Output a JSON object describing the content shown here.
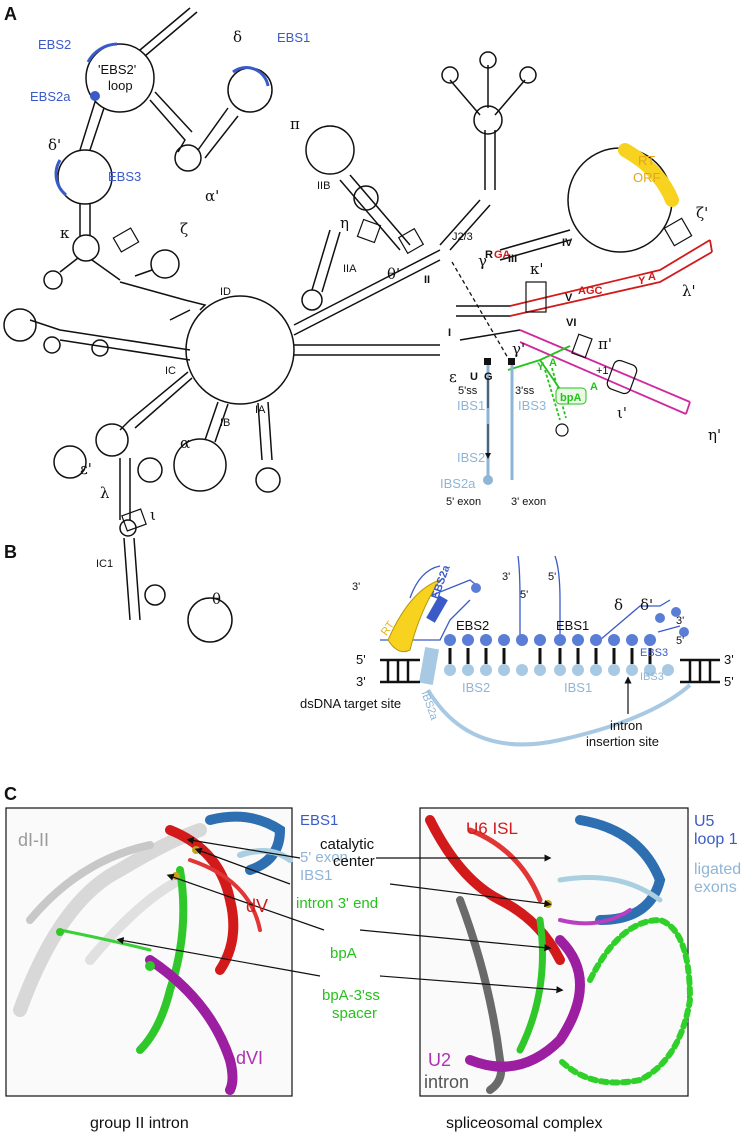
{
  "panels": {
    "a": "A",
    "b": "B",
    "c": "C"
  },
  "panelA": {
    "ebs2": "EBS2",
    "ebs2_loop": "'EBS2'",
    "loop": "loop",
    "ebs2a": "EBS2a",
    "ebs1": "EBS1",
    "ebs3": "EBS3",
    "delta": "δ",
    "delta_prime": "δ'",
    "alpha_prime": "α'",
    "kappa": "κ",
    "zeta": "ζ",
    "pi": "π",
    "eta": "η",
    "theta_prime": "θ'",
    "gamma": "γ",
    "gamma_prime": "γ'",
    "epsilon": "ε",
    "epsilon_prime": "ε'",
    "lambda": "λ",
    "iota": "ι",
    "alpha": "α",
    "theta": "θ",
    "zeta_prime": "ζ'",
    "kappa_prime": "κ'",
    "lambda_prime": "λ'",
    "pi_prime": "π'",
    "iota_prime": "ι'",
    "eta_prime": "η'",
    "iib": "IIB",
    "iia": "IIA",
    "ii": "II",
    "iii": "III",
    "iv": "IV",
    "v": "V",
    "vi": "VI",
    "i": "I",
    "id": "ID",
    "ic": "IC",
    "ib": "IB",
    "ia": "IA",
    "ic1": "IC1",
    "j23": "J2/3",
    "r": "R",
    "ga": "GA",
    "agc": "AGC",
    "y_a": "Y",
    "a_v": "A",
    "rt": "RT",
    "orf": "ORF",
    "plus1": "+1",
    "u": "U",
    "g": "G",
    "ss5": "5'ss",
    "ss3": "3'ss",
    "ibs1": "IBS1",
    "ibs2": "IBS2",
    "ibs2a": "IBS2a",
    "ibs3": "IBS3",
    "exon5": "5' exon",
    "exon3": "3' exon",
    "bpa": "bpA",
    "y_vi": "Y",
    "a_vi": "A",
    "star_a": "A"
  },
  "panelB": {
    "three_prime_a": "3'",
    "five_prime_a": "5'",
    "ebs2a": "EBS2a",
    "rt": "RT",
    "ebs2": "EBS2",
    "ebs1": "EBS1",
    "three_prime_b": "3'",
    "five_prime_b": "5'",
    "delta": "δ",
    "delta_prime": "δ'",
    "three_prime_c": "3'",
    "five_prime_c": "5'",
    "ebs3": "EBS3",
    "ibs3": "IBS3",
    "ibs2a": "IBS2a",
    "ibs2": "IBS2",
    "ibs1": "IBS1",
    "left5": "5'",
    "left3": "3'",
    "right3": "3'",
    "right5": "5'",
    "dsdna": "dsDNA target site",
    "intron": "intron",
    "insertion": "insertion site"
  },
  "panelC": {
    "dl_ii": "dI-II",
    "ebs1": "EBS1",
    "exon5": "5' exon",
    "ibs1": "IBS1",
    "dv": "dV",
    "dvi": "dVI",
    "catalytic": "catalytic",
    "center": "center",
    "intron3": "intron 3' end",
    "bpa": "bpA",
    "spacer1": "bpA-3'ss",
    "spacer2": "spacer",
    "u6": "U6 ISL",
    "u5a": "U5",
    "u5b": "loop 1",
    "ligated1": "ligated",
    "ligated2": "exons",
    "u2": "U2",
    "intron": "intron",
    "caption_left": "group II intron",
    "caption_right": "spliceosomal  complex"
  },
  "colors": {
    "blue": "#3a5bc7",
    "light_blue": "#8fb5d6",
    "green": "#25c21c",
    "red": "#d21a1a",
    "magenta": "#b02fb5",
    "yellow": "#f7d21e"
  }
}
